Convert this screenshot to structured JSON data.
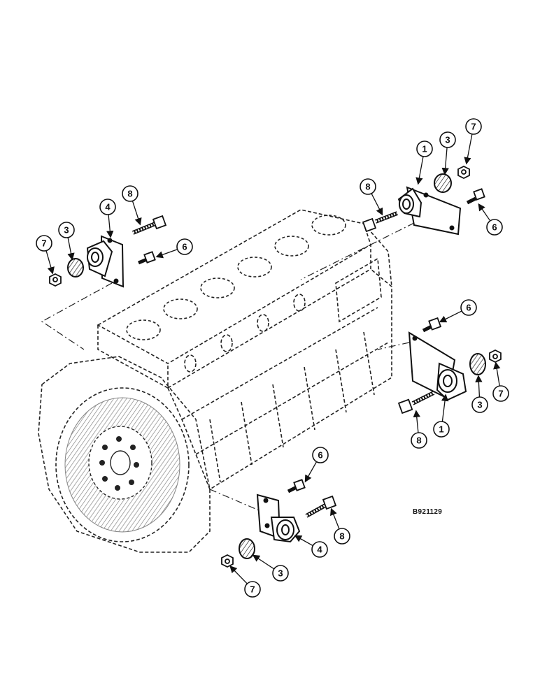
{
  "figure_id": "B921129",
  "callouts": [
    {
      "label": "1"
    },
    {
      "label": "3"
    },
    {
      "label": "7"
    },
    {
      "label": "8"
    },
    {
      "label": "6"
    },
    {
      "label": "4"
    },
    {
      "label": "8"
    },
    {
      "label": "7"
    },
    {
      "label": "3"
    },
    {
      "label": "6"
    },
    {
      "label": "6"
    },
    {
      "label": "3"
    },
    {
      "label": "7"
    },
    {
      "label": "8"
    },
    {
      "label": "1"
    },
    {
      "label": "6"
    },
    {
      "label": "8"
    },
    {
      "label": "4"
    },
    {
      "label": "3"
    },
    {
      "label": "7"
    }
  ]
}
